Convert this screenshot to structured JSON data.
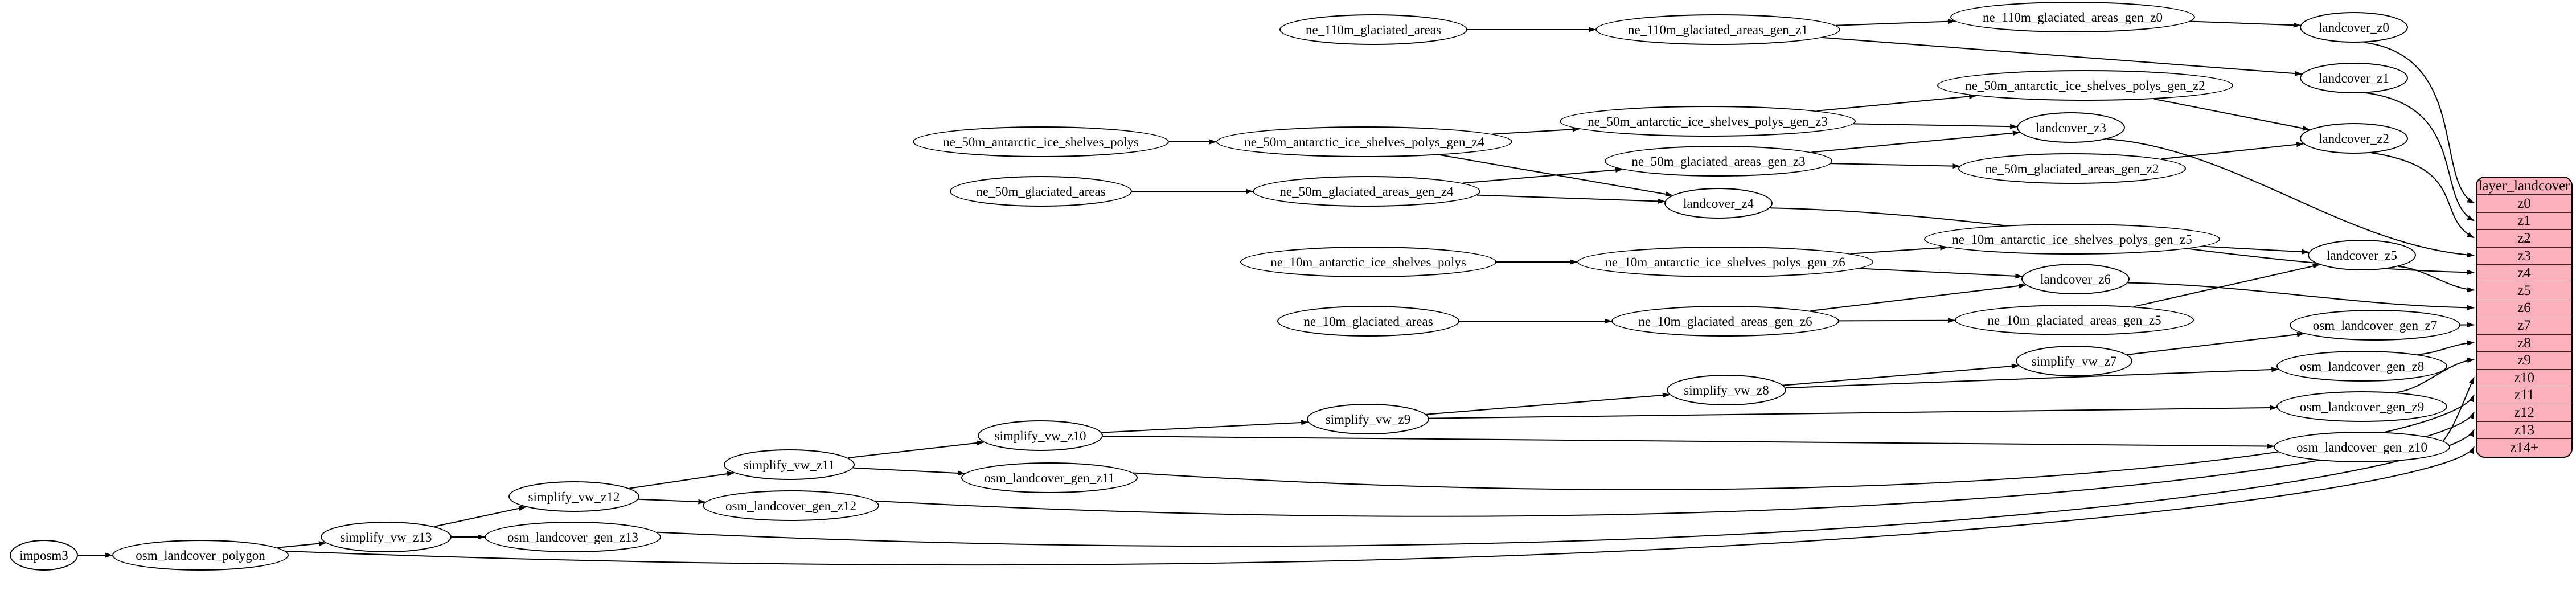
{
  "diagram": {
    "background": "#ffffff",
    "node_fill": "#ffffff",
    "node_stroke": "#000000",
    "edge_color": "#000000"
  },
  "nodes": {
    "imposm3": "imposm3",
    "osm_landcover_polygon": "osm_landcover_polygon",
    "simplify_vw_z13": "simplify_vw_z13",
    "osm_landcover_gen_z13": "osm_landcover_gen_z13",
    "simplify_vw_z12": "simplify_vw_z12",
    "osm_landcover_gen_z12": "osm_landcover_gen_z12",
    "simplify_vw_z11": "simplify_vw_z11",
    "osm_landcover_gen_z11": "osm_landcover_gen_z11",
    "simplify_vw_z10": "simplify_vw_z10",
    "simplify_vw_z9": "simplify_vw_z9",
    "simplify_vw_z8": "simplify_vw_z8",
    "simplify_vw_z7": "simplify_vw_z7",
    "osm_landcover_gen_z7": "osm_landcover_gen_z7",
    "osm_landcover_gen_z8": "osm_landcover_gen_z8",
    "osm_landcover_gen_z9": "osm_landcover_gen_z9",
    "osm_landcover_gen_z10": "osm_landcover_gen_z10",
    "ne_110m_glaciated_areas": "ne_110m_glaciated_areas",
    "ne_110m_glaciated_areas_gen_z1": "ne_110m_glaciated_areas_gen_z1",
    "ne_110m_glaciated_areas_gen_z0": "ne_110m_glaciated_areas_gen_z0",
    "landcover_z0": "landcover_z0",
    "landcover_z1": "landcover_z1",
    "landcover_z2": "landcover_z2",
    "landcover_z3": "landcover_z3",
    "landcover_z4": "landcover_z4",
    "landcover_z5": "landcover_z5",
    "landcover_z6": "landcover_z6",
    "ne_50m_antarctic_ice_shelves_polys": "ne_50m_antarctic_ice_shelves_polys",
    "ne_50m_antarctic_ice_shelves_polys_gen_z4": "ne_50m_antarctic_ice_shelves_polys_gen_z4",
    "ne_50m_antarctic_ice_shelves_polys_gen_z3": "ne_50m_antarctic_ice_shelves_polys_gen_z3",
    "ne_50m_antarctic_ice_shelves_polys_gen_z2": "ne_50m_antarctic_ice_shelves_polys_gen_z2",
    "ne_50m_glaciated_areas": "ne_50m_glaciated_areas",
    "ne_50m_glaciated_areas_gen_z4": "ne_50m_glaciated_areas_gen_z4",
    "ne_50m_glaciated_areas_gen_z3": "ne_50m_glaciated_areas_gen_z3",
    "ne_50m_glaciated_areas_gen_z2": "ne_50m_glaciated_areas_gen_z2",
    "ne_10m_antarctic_ice_shelves_polys": "ne_10m_antarctic_ice_shelves_polys",
    "ne_10m_antarctic_ice_shelves_polys_gen_z6": "ne_10m_antarctic_ice_shelves_polys_gen_z6",
    "ne_10m_antarctic_ice_shelves_polys_gen_z5": "ne_10m_antarctic_ice_shelves_polys_gen_z5",
    "ne_10m_glaciated_areas": "ne_10m_glaciated_areas",
    "ne_10m_glaciated_areas_gen_z6": "ne_10m_glaciated_areas_gen_z6",
    "ne_10m_glaciated_areas_gen_z5": "ne_10m_glaciated_areas_gen_z5"
  },
  "table": {
    "title": "layer_landcover",
    "fill": "#fcb0bc",
    "stroke": "#000000",
    "rows": [
      "z0",
      "z1",
      "z2",
      "z3",
      "z4",
      "z5",
      "z6",
      "z7",
      "z8",
      "z9",
      "z10",
      "z11",
      "z12",
      "z13",
      "z14+"
    ]
  },
  "edges": [
    {
      "from": "imposm3",
      "to": "osm_landcover_polygon"
    },
    {
      "from": "osm_landcover_polygon",
      "to": "simplify_vw_z13"
    },
    {
      "from": "simplify_vw_z13",
      "to": "simplify_vw_z12"
    },
    {
      "from": "simplify_vw_z12",
      "to": "simplify_vw_z11"
    },
    {
      "from": "simplify_vw_z11",
      "to": "simplify_vw_z10"
    },
    {
      "from": "simplify_vw_z10",
      "to": "simplify_vw_z9"
    },
    {
      "from": "simplify_vw_z9",
      "to": "simplify_vw_z8"
    },
    {
      "from": "simplify_vw_z8",
      "to": "simplify_vw_z7"
    },
    {
      "from": "simplify_vw_z13",
      "to": "osm_landcover_gen_z13"
    },
    {
      "from": "simplify_vw_z12",
      "to": "osm_landcover_gen_z12"
    },
    {
      "from": "simplify_vw_z11",
      "to": "osm_landcover_gen_z11"
    },
    {
      "from": "simplify_vw_z10",
      "to": "osm_landcover_gen_z10"
    },
    {
      "from": "simplify_vw_z9",
      "to": "osm_landcover_gen_z9"
    },
    {
      "from": "simplify_vw_z8",
      "to": "osm_landcover_gen_z8"
    },
    {
      "from": "simplify_vw_z7",
      "to": "osm_landcover_gen_z7"
    },
    {
      "from": "ne_110m_glaciated_areas",
      "to": "ne_110m_glaciated_areas_gen_z1"
    },
    {
      "from": "ne_110m_glaciated_areas_gen_z1",
      "to": "ne_110m_glaciated_areas_gen_z0"
    },
    {
      "from": "ne_110m_glaciated_areas_gen_z0",
      "to": "landcover_z0"
    },
    {
      "from": "ne_110m_glaciated_areas_gen_z1",
      "to": "landcover_z1"
    },
    {
      "from": "ne_50m_antarctic_ice_shelves_polys",
      "to": "ne_50m_antarctic_ice_shelves_polys_gen_z4"
    },
    {
      "from": "ne_50m_antarctic_ice_shelves_polys_gen_z4",
      "to": "ne_50m_antarctic_ice_shelves_polys_gen_z3"
    },
    {
      "from": "ne_50m_antarctic_ice_shelves_polys_gen_z3",
      "to": "ne_50m_antarctic_ice_shelves_polys_gen_z2"
    },
    {
      "from": "ne_50m_glaciated_areas",
      "to": "ne_50m_glaciated_areas_gen_z4"
    },
    {
      "from": "ne_50m_glaciated_areas_gen_z4",
      "to": "ne_50m_glaciated_areas_gen_z3"
    },
    {
      "from": "ne_50m_glaciated_areas_gen_z3",
      "to": "ne_50m_glaciated_areas_gen_z2"
    },
    {
      "from": "ne_50m_antarctic_ice_shelves_polys_gen_z2",
      "to": "landcover_z2"
    },
    {
      "from": "ne_50m_glaciated_areas_gen_z2",
      "to": "landcover_z2"
    },
    {
      "from": "ne_50m_antarctic_ice_shelves_polys_gen_z3",
      "to": "landcover_z3"
    },
    {
      "from": "ne_50m_glaciated_areas_gen_z3",
      "to": "landcover_z3"
    },
    {
      "from": "ne_50m_antarctic_ice_shelves_polys_gen_z4",
      "to": "landcover_z4"
    },
    {
      "from": "ne_50m_glaciated_areas_gen_z4",
      "to": "landcover_z4"
    },
    {
      "from": "ne_10m_antarctic_ice_shelves_polys",
      "to": "ne_10m_antarctic_ice_shelves_polys_gen_z6"
    },
    {
      "from": "ne_10m_antarctic_ice_shelves_polys_gen_z6",
      "to": "ne_10m_antarctic_ice_shelves_polys_gen_z5"
    },
    {
      "from": "ne_10m_glaciated_areas",
      "to": "ne_10m_glaciated_areas_gen_z6"
    },
    {
      "from": "ne_10m_glaciated_areas_gen_z6",
      "to": "ne_10m_glaciated_areas_gen_z5"
    },
    {
      "from": "ne_10m_antarctic_ice_shelves_polys_gen_z5",
      "to": "landcover_z5"
    },
    {
      "from": "ne_10m_glaciated_areas_gen_z5",
      "to": "landcover_z5"
    },
    {
      "from": "ne_10m_antarctic_ice_shelves_polys_gen_z6",
      "to": "landcover_z6"
    },
    {
      "from": "ne_10m_glaciated_areas_gen_z6",
      "to": "landcover_z6"
    },
    {
      "from": "landcover_z0",
      "to": "table.z0"
    },
    {
      "from": "landcover_z1",
      "to": "table.z1"
    },
    {
      "from": "landcover_z2",
      "to": "table.z2"
    },
    {
      "from": "landcover_z3",
      "to": "table.z3"
    },
    {
      "from": "landcover_z4",
      "to": "table.z4"
    },
    {
      "from": "landcover_z5",
      "to": "table.z5"
    },
    {
      "from": "landcover_z6",
      "to": "table.z6"
    },
    {
      "from": "osm_landcover_gen_z7",
      "to": "table.z7"
    },
    {
      "from": "osm_landcover_gen_z8",
      "to": "table.z8"
    },
    {
      "from": "osm_landcover_gen_z9",
      "to": "table.z9"
    },
    {
      "from": "osm_landcover_gen_z10",
      "to": "table.z10"
    },
    {
      "from": "osm_landcover_gen_z11",
      "to": "table.z11"
    },
    {
      "from": "osm_landcover_gen_z12",
      "to": "table.z12"
    },
    {
      "from": "osm_landcover_gen_z13",
      "to": "table.z13"
    },
    {
      "from": "osm_landcover_polygon",
      "to": "table.z14+"
    }
  ]
}
